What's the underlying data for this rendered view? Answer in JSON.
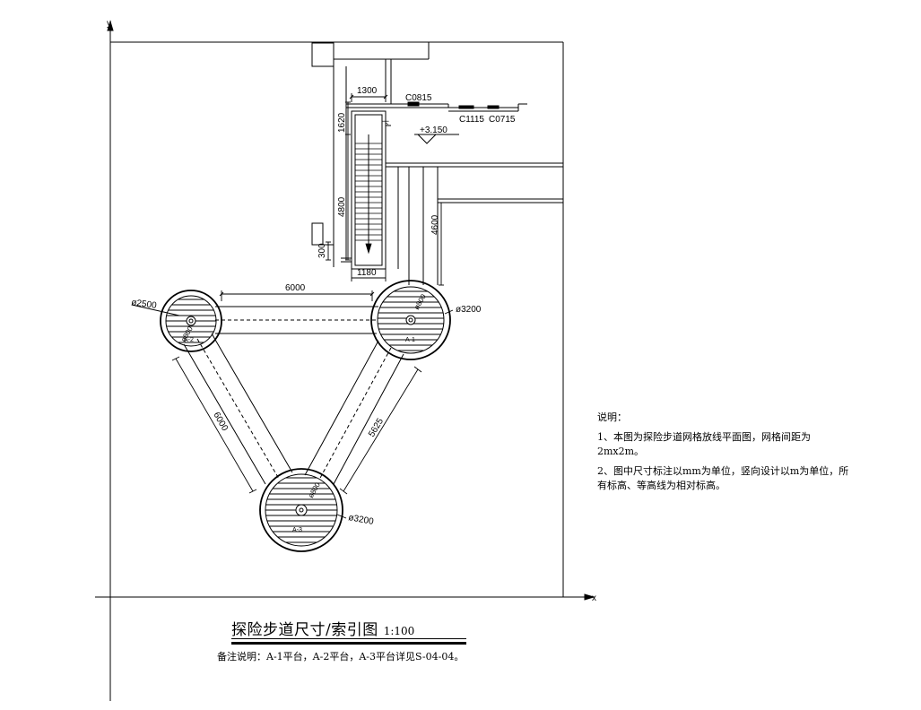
{
  "axes": {
    "x_label": "x",
    "y_label": "y"
  },
  "dimensions": {
    "d1300": "1300",
    "d1620": "1620",
    "d4800": "4800",
    "d300": "300",
    "d1180": "1180",
    "d4600": "4600",
    "d6000_top": "6000",
    "d6000_left": "6000",
    "d5625": "5625",
    "phi2500": "ø2500",
    "phi3200_a": "ø3200",
    "phi3200_b": "ø3200",
    "phi800_a": "ø800",
    "phi800_b": "ø800",
    "phi800_c": "ø800"
  },
  "windows": {
    "c0815": "C0815",
    "c1115": "C1115",
    "c0715": "C0715"
  },
  "elevation": "+3.150",
  "stair_down": "下",
  "platforms": {
    "a1": "A-1",
    "a2": "A-2",
    "a3": "A-3"
  },
  "notes": {
    "heading": "说明：",
    "item1": "1、本图为探险步道网格放线平面图，网格间距为2mx2m。",
    "item2": "2、图中尺寸标注以mm为单位，竖向设计以m为单位，所有标高、等高线为相对标高。"
  },
  "title": {
    "main": "探险步道尺寸/索引图",
    "scale": "1:100"
  },
  "remark": "备注说明：A-1平台，A-2平台，A-3平台详见S-04-04。"
}
